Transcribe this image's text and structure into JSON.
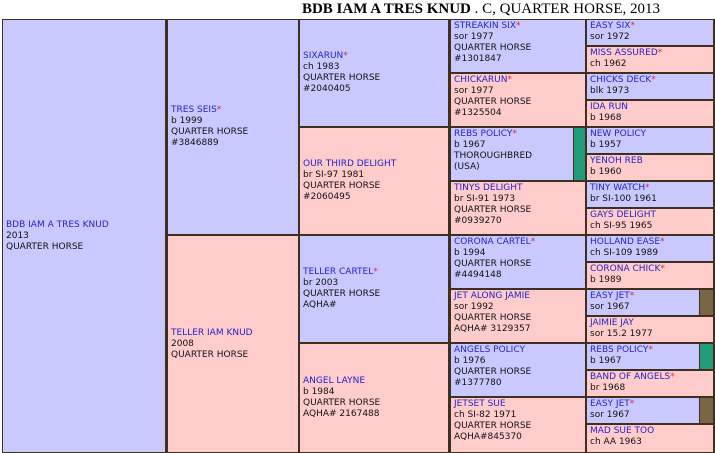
{
  "title": {
    "name": "BDB IAM A TRES KNUD",
    "rest": ". C, QUARTER HORSE, 2013"
  },
  "horses": [
    {
      "id": "s",
      "name": "BDB IAM A TRES KNUD",
      "star": false,
      "lines": [
        "2013",
        "QUARTER HORSE"
      ]
    },
    {
      "id": "ss",
      "name": "TRES SEIS",
      "star": true,
      "lines": [
        "b 1999",
        "QUARTER HORSE",
        "#3846889"
      ]
    },
    {
      "id": "sd",
      "name": "TELLER IAM KNUD",
      "star": false,
      "lines": [
        "2008",
        "QUARTER HORSE"
      ]
    },
    {
      "id": "sss",
      "name": "SIXARUN",
      "star": true,
      "lines": [
        "ch 1983",
        "QUARTER HORSE",
        "#2040405"
      ]
    },
    {
      "id": "ssd",
      "name": "OUR THIRD DELIGHT",
      "star": false,
      "lines": [
        "br SI-97 1981",
        "QUARTER HORSE",
        "#2060495"
      ]
    },
    {
      "id": "sds",
      "name": "TELLER CARTEL",
      "star": true,
      "lines": [
        "br 2003",
        "QUARTER HORSE",
        "AQHA#"
      ]
    },
    {
      "id": "sdd",
      "name": "ANGEL LAYNE",
      "star": false,
      "lines": [
        "b 1984",
        "QUARTER HORSE",
        "AQHA# 2167488"
      ]
    },
    {
      "id": "ssss",
      "name": "STREAKIN SIX",
      "star": true,
      "lines": [
        "sor 1977",
        "QUARTER HORSE",
        "#1301847"
      ]
    },
    {
      "id": "sssd",
      "name": "CHICKARUN",
      "star": true,
      "lines": [
        "sor 1977",
        "QUARTER HORSE",
        "#1325504"
      ]
    },
    {
      "id": "ssds",
      "name": "REBS POLICY",
      "star": true,
      "lines": [
        "b 1967",
        "THOROUGHBRED",
        "(USA)"
      ]
    },
    {
      "id": "ssdd",
      "name": "TINYS DELIGHT",
      "star": false,
      "lines": [
        "br SI-91 1973",
        "QUARTER HORSE",
        "#0939270"
      ]
    },
    {
      "id": "sdss",
      "name": "CORONA CARTEL",
      "star": true,
      "lines": [
        "b 1994",
        "QUARTER HORSE",
        "#4494148"
      ]
    },
    {
      "id": "sdsd",
      "name": "JET ALONG JAMIE",
      "star": false,
      "lines": [
        "sor 1992",
        "QUARTER HORSE",
        "AQHA# 3129357"
      ]
    },
    {
      "id": "sdds",
      "name": "ANGELS POLICY",
      "star": false,
      "lines": [
        "b 1976",
        "QUARTER HORSE",
        "#1377780"
      ]
    },
    {
      "id": "sddd",
      "name": "JETSET SUE",
      "star": false,
      "lines": [
        "ch SI-82 1971",
        "QUARTER HORSE",
        "AQHA#845370"
      ]
    },
    {
      "id": "g1",
      "name": "EASY SIX",
      "star": true,
      "lines": [
        "sor 1972"
      ]
    },
    {
      "id": "g2",
      "name": "MISS ASSURED",
      "star": true,
      "lines": [
        "ch 1962"
      ]
    },
    {
      "id": "g3",
      "name": "CHICKS DECK",
      "star": true,
      "lines": [
        "blk 1973"
      ]
    },
    {
      "id": "g4",
      "name": "IDA RUN",
      "star": false,
      "lines": [
        "b 1968"
      ]
    },
    {
      "id": "g5",
      "name": "NEW POLICY",
      "star": false,
      "lines": [
        "b 1957"
      ]
    },
    {
      "id": "g6",
      "name": "YENOH REB",
      "star": false,
      "lines": [
        "b 1960"
      ]
    },
    {
      "id": "g7",
      "name": "TINY WATCH",
      "star": true,
      "lines": [
        "br SI-100 1961"
      ]
    },
    {
      "id": "g8",
      "name": "GAYS DELIGHT",
      "star": false,
      "lines": [
        "ch SI-95 1965"
      ]
    },
    {
      "id": "g9",
      "name": "HOLLAND EASE",
      "star": true,
      "lines": [
        "ch SI-109 1989"
      ]
    },
    {
      "id": "g10",
      "name": "CORONA CHICK",
      "star": true,
      "lines": [
        "b 1989"
      ]
    },
    {
      "id": "g11",
      "name": "EASY JET",
      "star": true,
      "lines": [
        "sor 1967"
      ]
    },
    {
      "id": "g12",
      "name": "JAIMIE JAY",
      "star": false,
      "lines": [
        "sor 15.2 1977"
      ]
    },
    {
      "id": "g13",
      "name": "REBS POLICY",
      "star": true,
      "lines": [
        "b 1967"
      ]
    },
    {
      "id": "g14",
      "name": "BAND OF ANGELS",
      "star": true,
      "lines": [
        "br 1968"
      ]
    },
    {
      "id": "g15",
      "name": "EASY JET",
      "star": true,
      "lines": [
        "sor 1967"
      ]
    },
    {
      "id": "g16",
      "name": "MAD SUE TOO",
      "star": false,
      "lines": [
        "ch AA 1963"
      ]
    }
  ],
  "colors": {
    "male": "#c9c9ff",
    "female": "#ffcccc",
    "link": "#2424c8",
    "star": "#e0262a",
    "border": "#3d3020",
    "tb": "#219b7a"
  }
}
